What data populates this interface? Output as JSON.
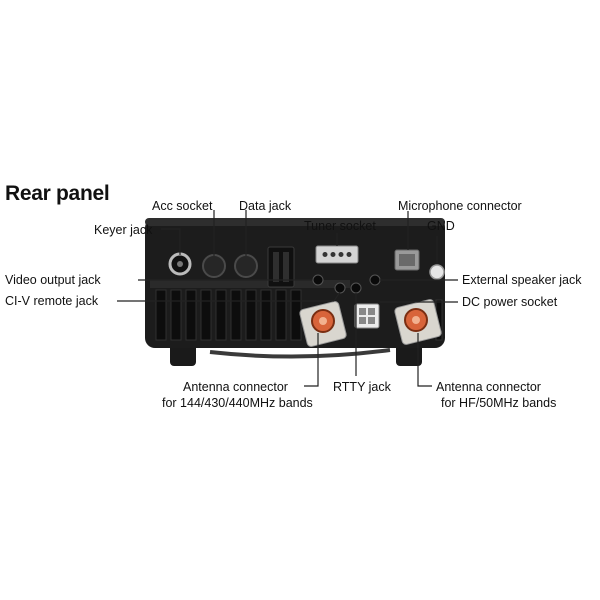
{
  "title": "Rear panel",
  "labels": {
    "keyer_jack": "Keyer jack",
    "acc_socket": "Acc socket",
    "data_jack": "Data jack",
    "tuner_socket": "Tuner socket",
    "microphone_connector": "Microphone connector",
    "gnd": "GND",
    "video_output_jack": "Video output jack",
    "ci_v_remote_jack": "CI-V remote jack",
    "external_speaker_jack": "External speaker jack",
    "dc_power_socket": "DC power socket",
    "antenna_144_line1": "Antenna connector",
    "antenna_144_line2": "for 144/430/440MHz bands",
    "rtty_jack": "RTTY jack",
    "antenna_hf_line1": "Antenna connector",
    "antenna_hf_line2": "for HF/50MHz bands"
  },
  "colors": {
    "chassis": "#1c1c1c",
    "connector_orange": "#d8643a",
    "connector_plate": "#d9d6cf",
    "leader_line": "#222222",
    "text": "#111111"
  }
}
